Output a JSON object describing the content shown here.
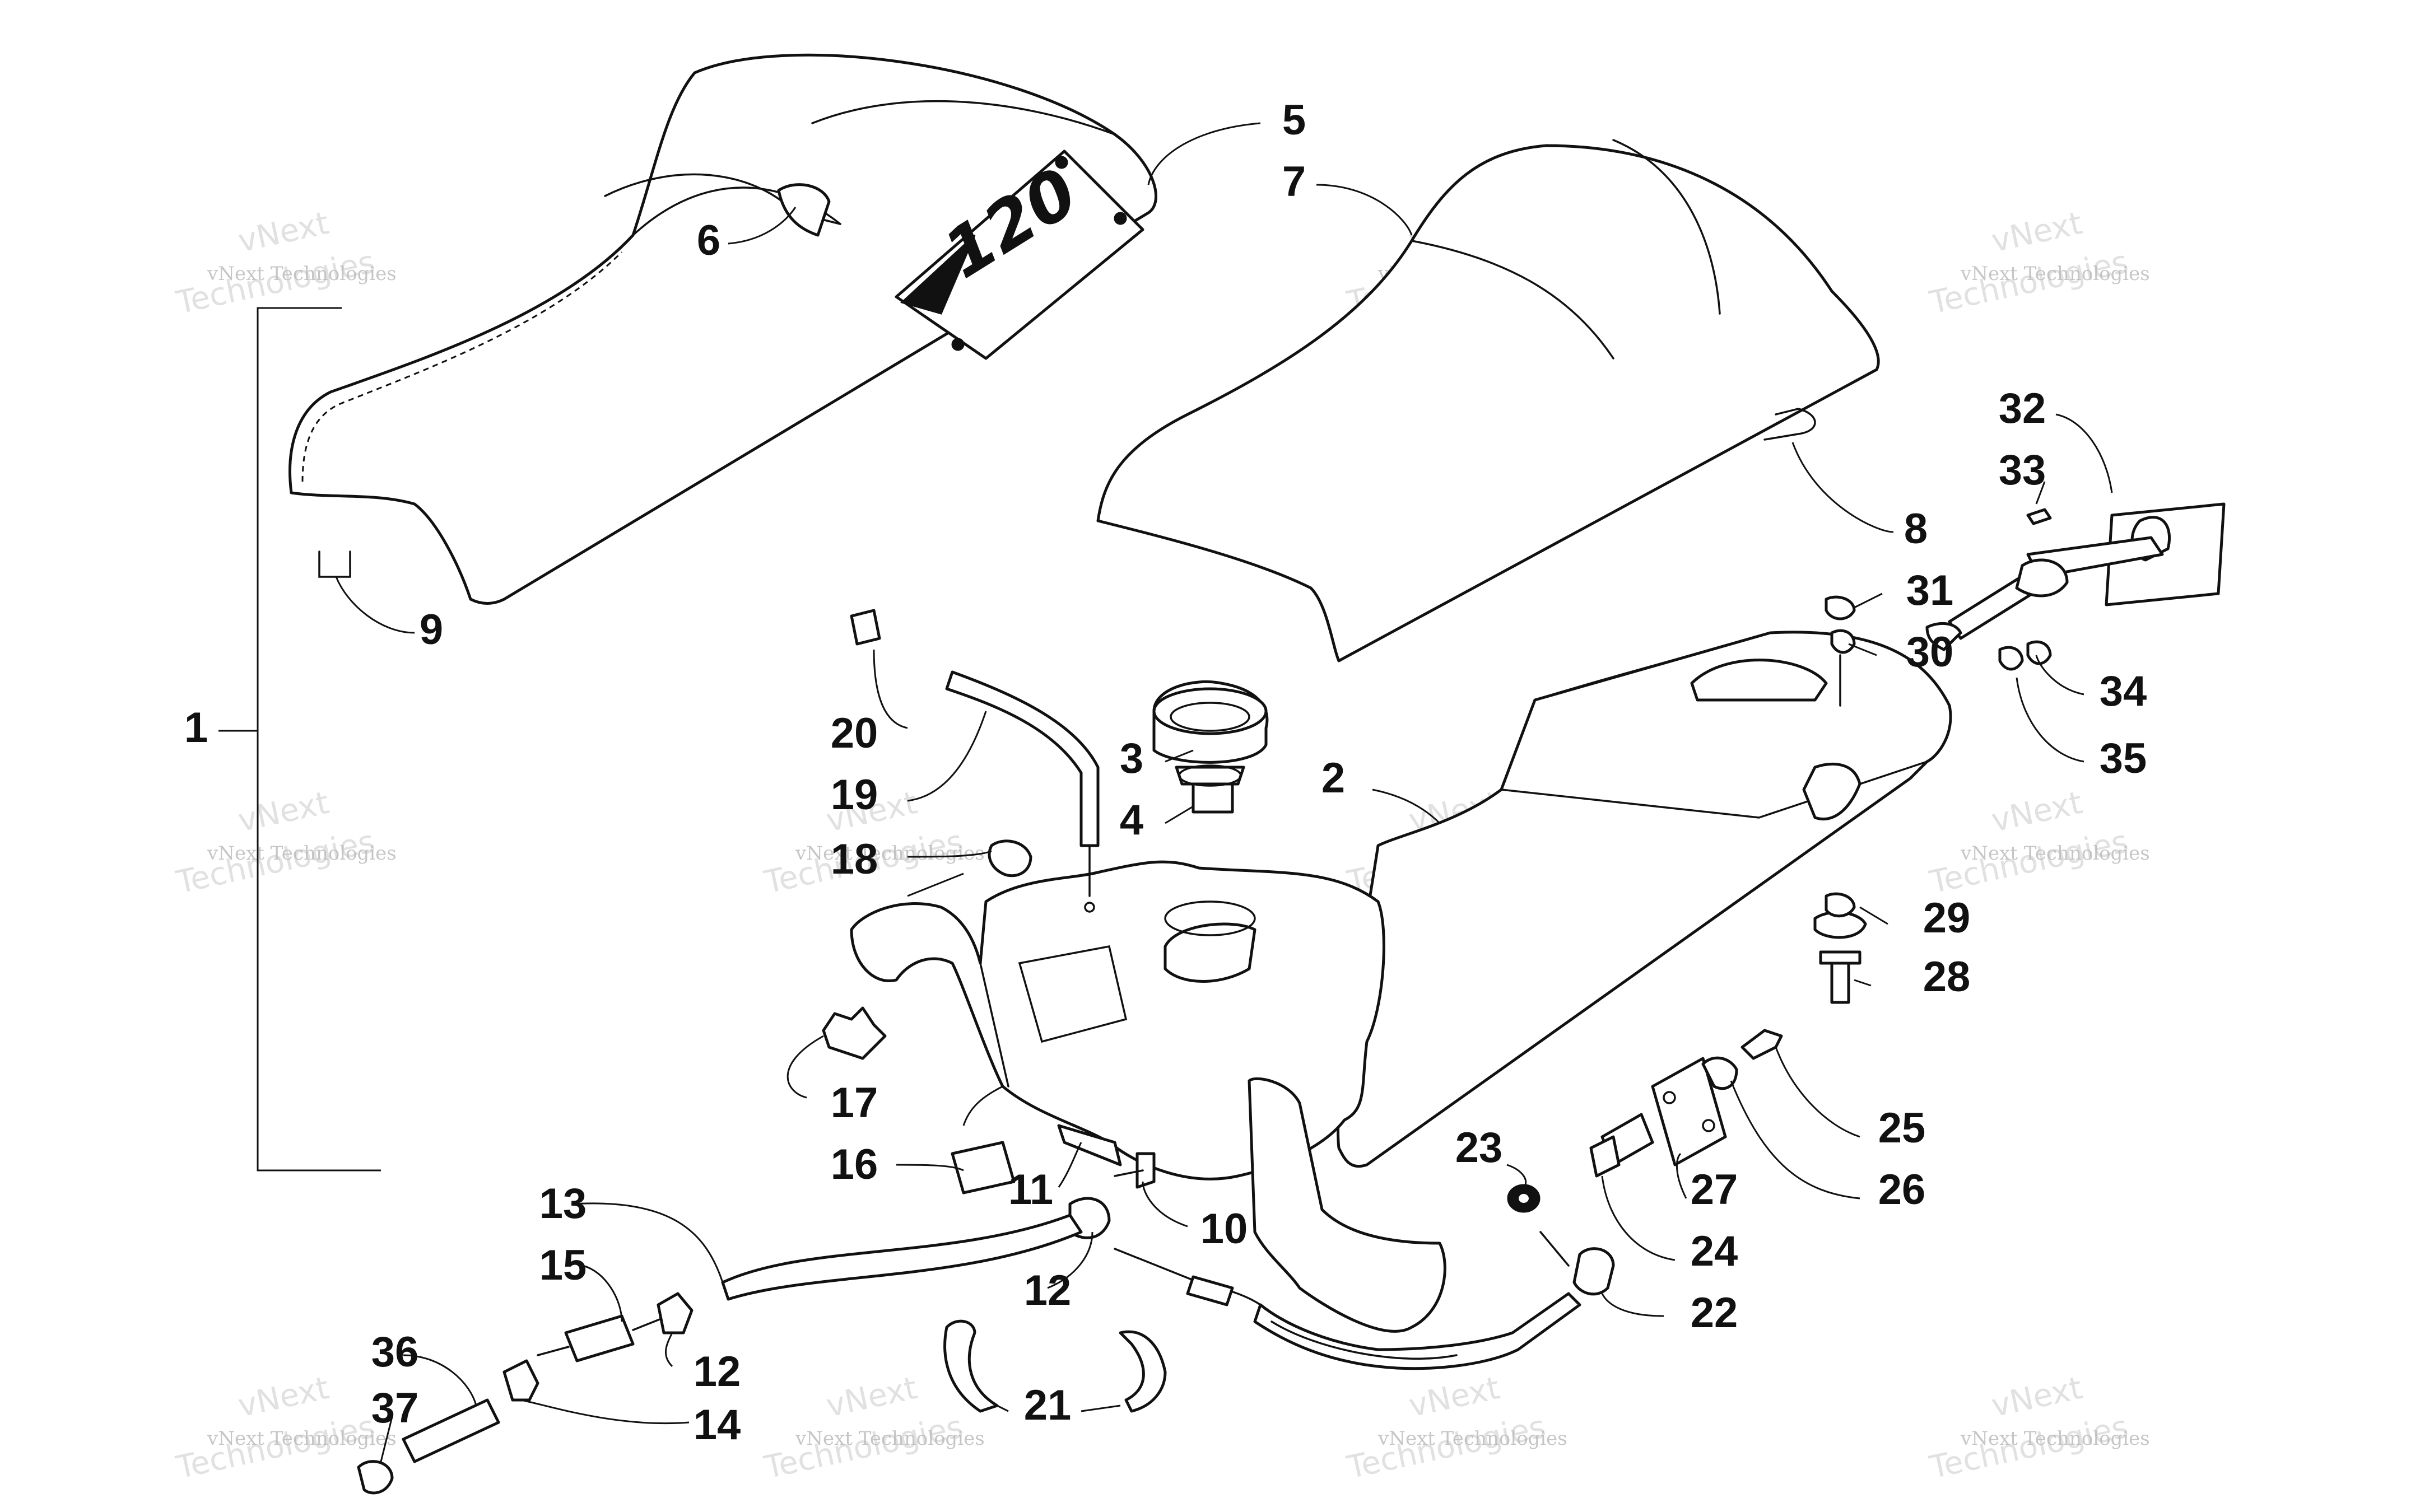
{
  "diagram": {
    "seal_logo_text": "120",
    "watermark": {
      "line1": "vNext Technologies",
      "line2_a": "vNext",
      "line2_b": "Technologies"
    },
    "callouts": {
      "c1": "1",
      "c2": "2",
      "c3": "3",
      "c4": "4",
      "c5": "5",
      "c6": "6",
      "c7": "7",
      "c8": "8",
      "c9": "9",
      "c10": "10",
      "c11": "11",
      "c12a": "12",
      "c12b": "12",
      "c13": "13",
      "c14": "14",
      "c15": "15",
      "c16": "16",
      "c17": "17",
      "c18": "18",
      "c19": "19",
      "c20": "20",
      "c21": "21",
      "c22": "22",
      "c23": "23",
      "c24": "24",
      "c25": "25",
      "c26": "26",
      "c27": "27",
      "c28": "28",
      "c29": "29",
      "c30": "30",
      "c31": "31",
      "c32": "32",
      "c33": "33",
      "c34": "34",
      "c35": "35",
      "c36": "36",
      "c37": "37"
    }
  }
}
